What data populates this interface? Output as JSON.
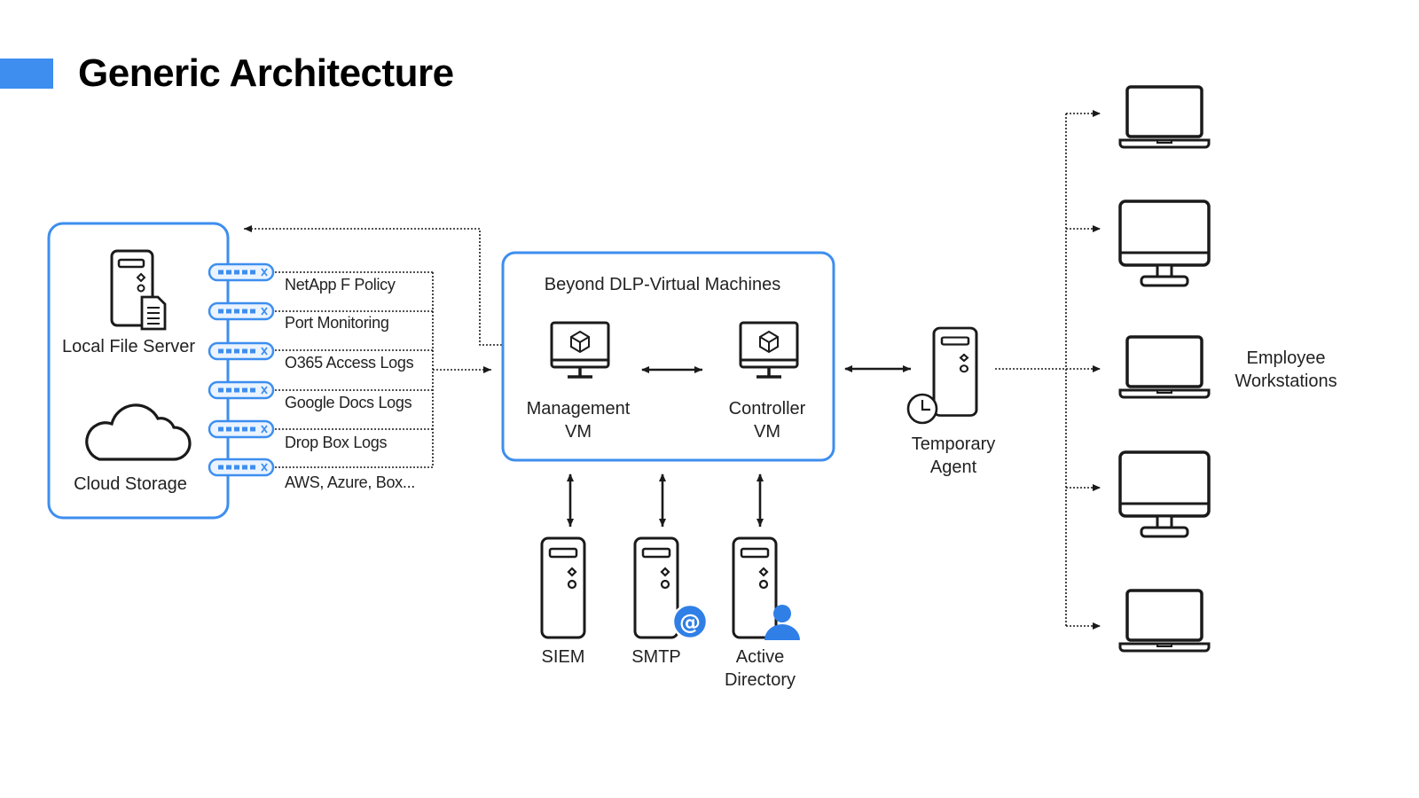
{
  "title": "Generic Architecture",
  "colors": {
    "accent": "#3d8eef",
    "stroke": "#1a1a1a",
    "badge": "#2f7fe6"
  },
  "sources": {
    "local_file_server": "Local File Server",
    "cloud_storage": "Cloud Storage"
  },
  "logs": [
    "NetApp F Policy",
    "Port Monitoring",
    "O365 Access Logs",
    "Google Docs Logs",
    "Drop Box Logs",
    "AWS, Azure, Box..."
  ],
  "vm_group": {
    "title": "Beyond DLP-Virtual Machines",
    "management_vm": [
      "Management",
      "VM"
    ],
    "controller_vm": [
      "Controller",
      "VM"
    ]
  },
  "services": {
    "siem": "SIEM",
    "smtp": "SMTP",
    "active_directory": [
      "Active",
      "Directory"
    ]
  },
  "agent": [
    "Temporary",
    "Agent"
  ],
  "workstations_label": [
    "Employee",
    "Workstations"
  ]
}
